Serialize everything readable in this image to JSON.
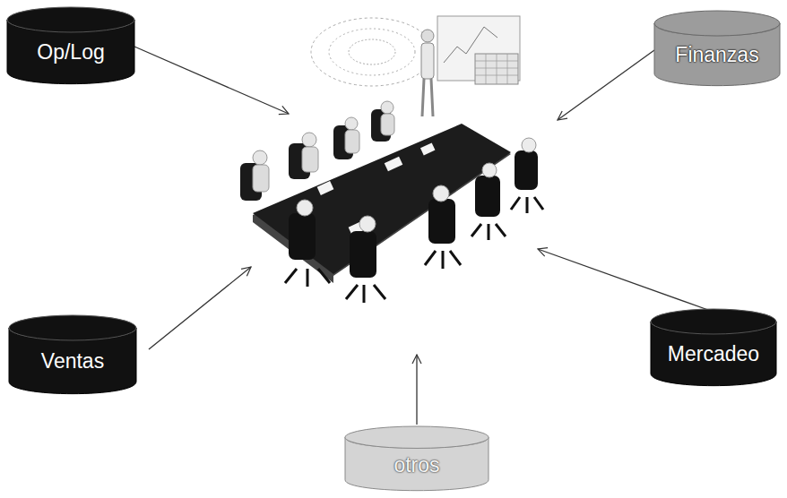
{
  "diagram": {
    "nodes": [
      {
        "text": [
          "Op/Log"
        ]
      },
      {
        "text": [
          "Finanzas"
        ]
      },
      {
        "text": [
          "Ventas"
        ]
      },
      {
        "text": [
          "Mercadeo"
        ]
      },
      {
        "text": [
          "otros"
        ]
      }
    ]
  }
}
